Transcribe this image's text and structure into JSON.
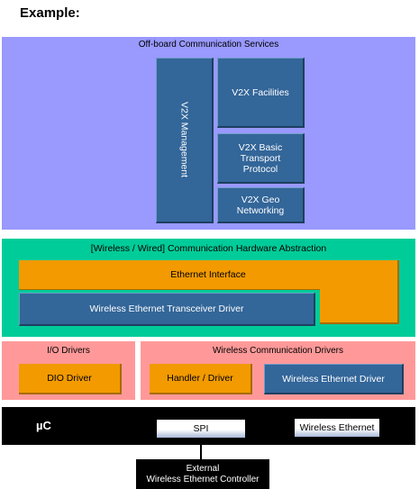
{
  "title": "Example:",
  "off_board": {
    "label": "Off-board Communication Services",
    "management": "V2X Management",
    "facilities": "V2X Facilities",
    "transport": [
      "V2X Basic",
      "Transport",
      "Protocol"
    ],
    "geo": [
      "V2X Geo",
      "Networking"
    ]
  },
  "hardware_abstraction": {
    "label": "[Wireless / Wired] Communication Hardware Abstraction",
    "ethernet_interface": "Ethernet Interface",
    "transceiver_driver": "Wireless Ethernet Transceiver Driver"
  },
  "io_drivers": {
    "label": "I/O Drivers",
    "dio": "DIO Driver"
  },
  "wireless_drivers": {
    "label": "Wireless Communication Drivers",
    "handler": "Handler / Driver",
    "ethernet_driver": "Wireless Ethernet Driver"
  },
  "microcontroller": {
    "label": "µC",
    "spi": "SPI",
    "wireless_ethernet": "Wireless Ethernet"
  },
  "external_controller": [
    "External",
    "Wireless Ethernet Controller"
  ],
  "colors": {
    "off_board_layer": "#9999fe",
    "module_blue": "#336699",
    "hardware_layer": "#00cc99",
    "module_orange": "#f29a00",
    "driver_layer": "#ff9999",
    "microcontroller": "#000000"
  }
}
